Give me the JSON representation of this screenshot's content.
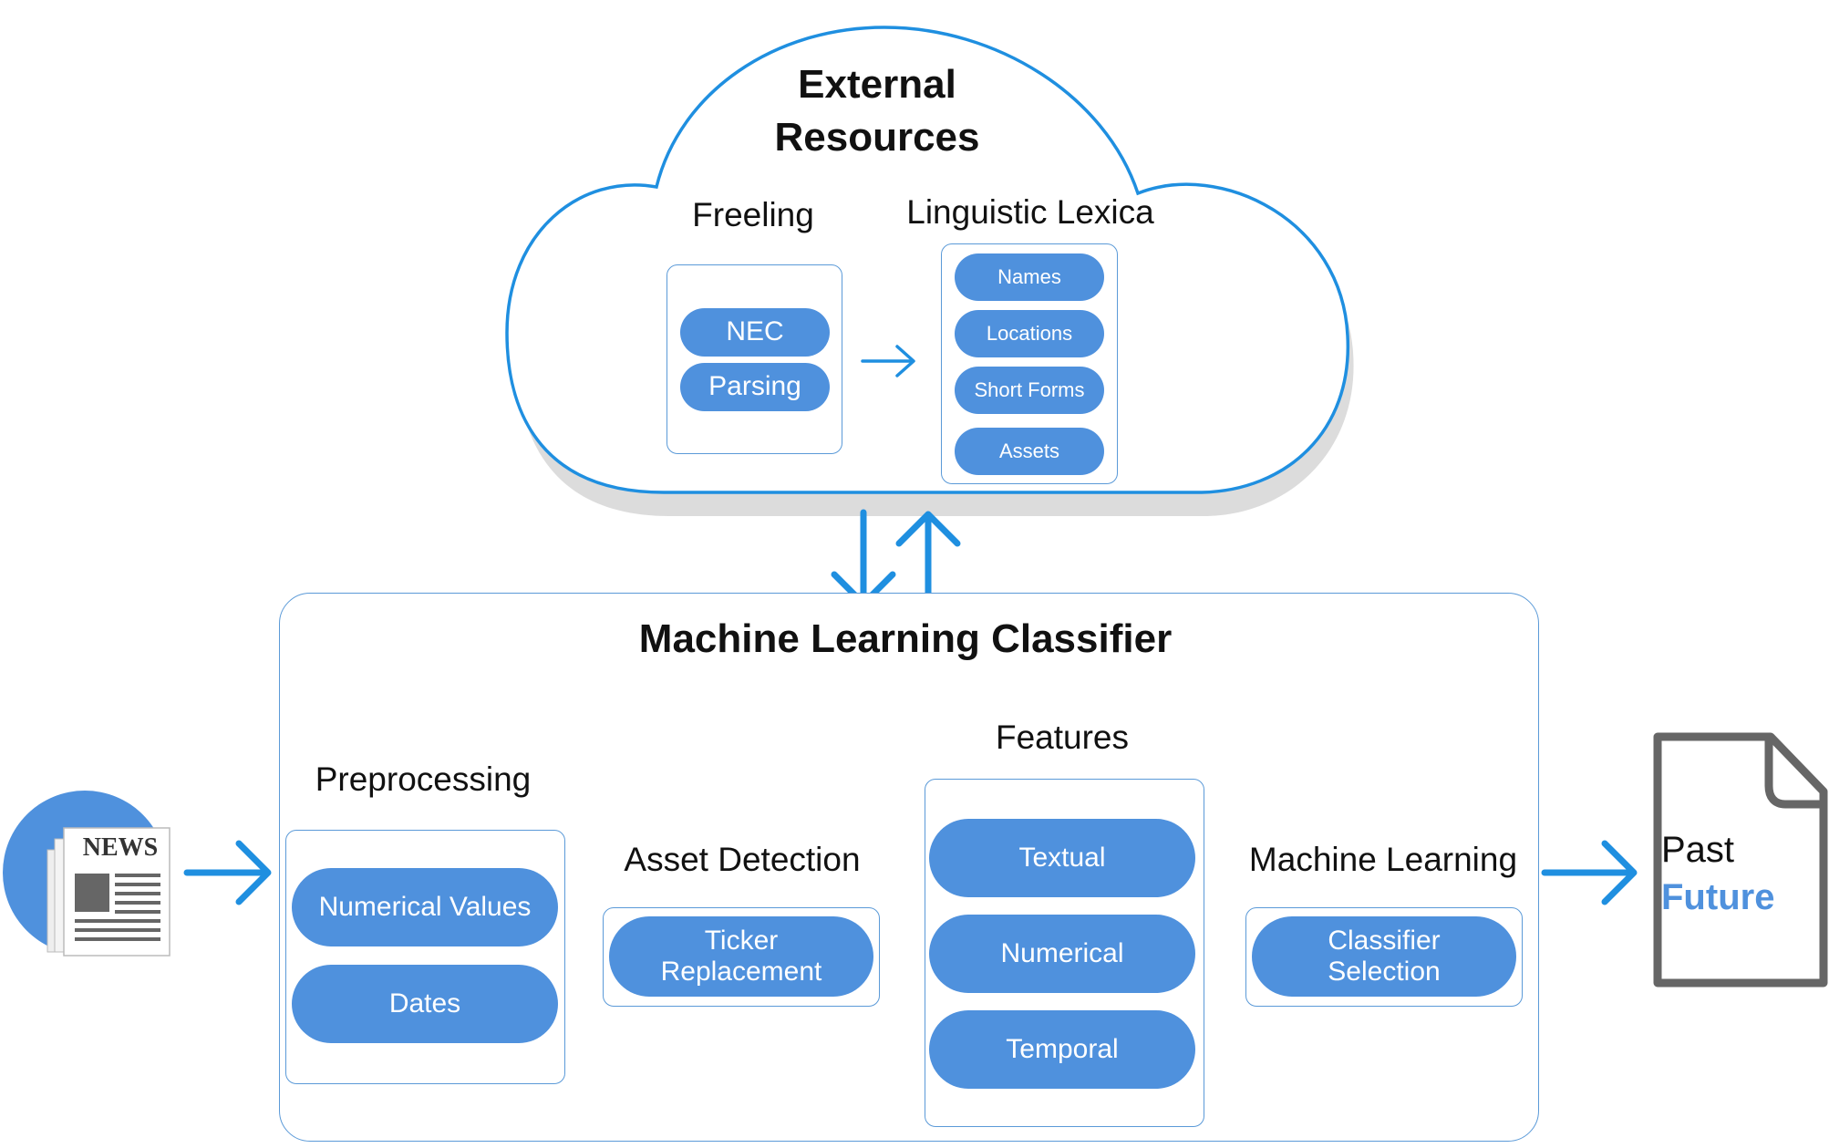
{
  "cloud": {
    "title_line1": "External",
    "title_line2": "Resources",
    "freeling": {
      "label": "Freeling",
      "items": [
        "NEC",
        "Parsing"
      ]
    },
    "lexica": {
      "label": "Linguistic Lexica",
      "items": [
        "Names",
        "Locations",
        "Short Forms",
        "Assets"
      ]
    }
  },
  "classifier": {
    "title": "Machine Learning Classifier",
    "preprocessing": {
      "label": "Preprocessing",
      "items": [
        "Numerical Values",
        "Dates"
      ]
    },
    "asset_detection": {
      "label": "Asset Detection",
      "items": [
        "Ticker\nReplacement"
      ]
    },
    "features": {
      "label": "Features",
      "items": [
        "Textual",
        "Numerical",
        "Temporal"
      ]
    },
    "machine_learning": {
      "label": "Machine Learning",
      "items": [
        "Classifier\nSelection"
      ]
    }
  },
  "input": {
    "icon": "newspaper-icon",
    "text": "NEWS"
  },
  "output": {
    "icon": "document-icon",
    "line1": "Past",
    "line2": "Future"
  },
  "colors": {
    "accent": "#1f8fe0",
    "pill": "#4f91dd",
    "box_border": "#5b9ad8",
    "cloud_shadow": "#d9d9d9"
  }
}
